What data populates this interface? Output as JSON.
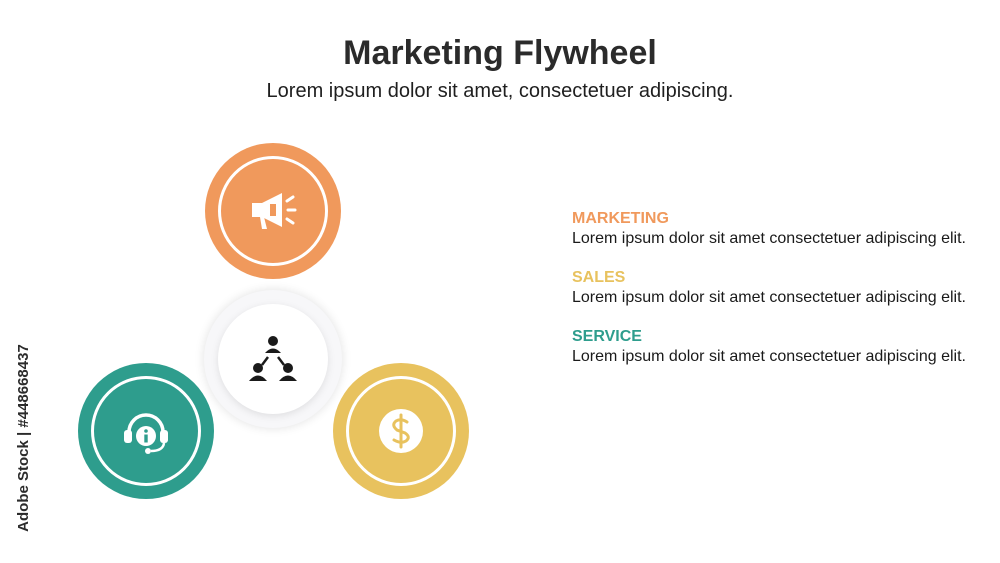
{
  "header": {
    "title": "Marketing Flywheel",
    "subtitle": "Lorem ipsum dolor sit amet, consectetuer adipiscing."
  },
  "colors": {
    "marketing": "#f0995c",
    "sales": "#e8c25e",
    "service": "#2e9d8d"
  },
  "icons": {
    "marketing": "megaphone-icon",
    "center": "team-network-icon",
    "service": "headset-info-icon",
    "sales": "dollar-coin-icon"
  },
  "legend": [
    {
      "heading": "MARKETING",
      "text": "Lorem ipsum dolor sit amet consectetuer adipiscing elit.",
      "color": "#f0995c"
    },
    {
      "heading": "SALES",
      "text": "Lorem ipsum dolor sit amet consectetuer adipiscing elit.",
      "color": "#e8c25e"
    },
    {
      "heading": "SERVICE",
      "text": "Lorem ipsum dolor sit amet consectetuer adipiscing elit.",
      "color": "#2e9d8d"
    }
  ],
  "watermark": "Adobe Stock | #448668437"
}
